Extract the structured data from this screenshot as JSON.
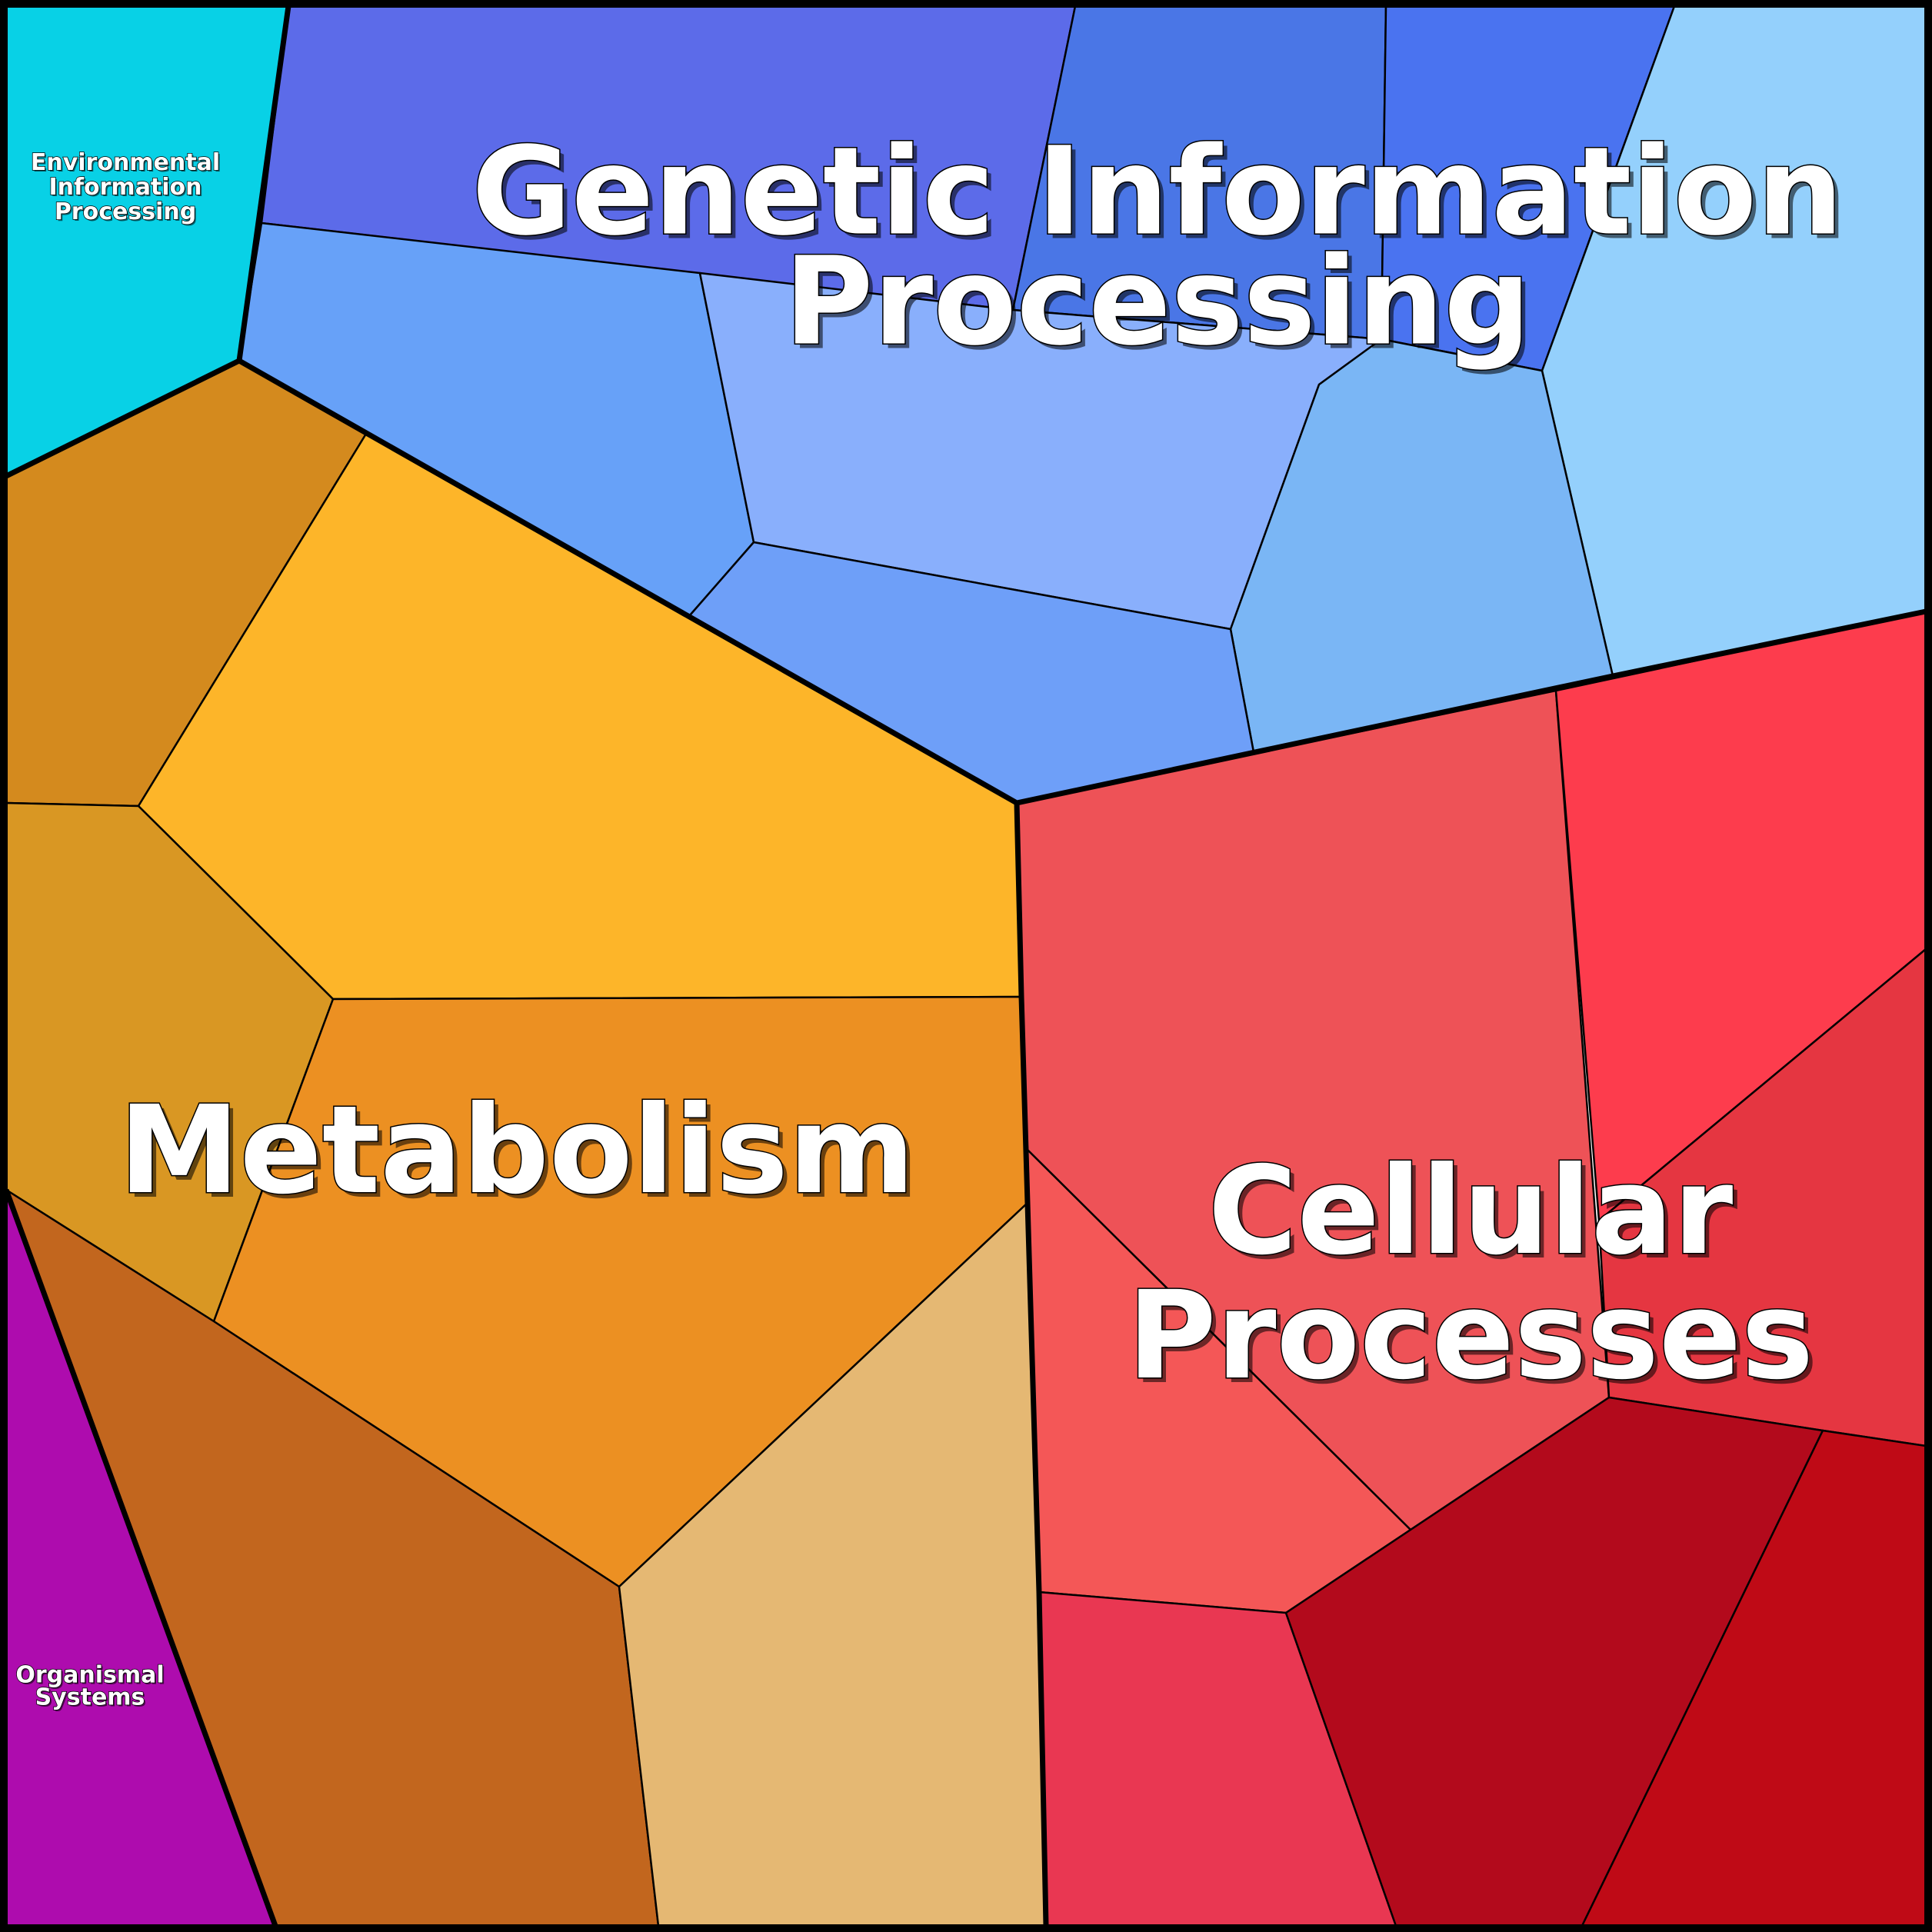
{
  "groups": [
    {
      "key": "genetic",
      "label_lines": [
        "Genetic Information",
        "Processing"
      ],
      "cells": [
        {
          "name": "genetic-cell-1",
          "color": "#5C6BE9"
        },
        {
          "name": "genetic-cell-2",
          "color": "#4A76E6"
        },
        {
          "name": "genetic-cell-3",
          "color": "#4A73F0"
        },
        {
          "name": "genetic-cell-4",
          "color": "#94D0FC"
        },
        {
          "name": "genetic-cell-5",
          "color": "#67A1F8"
        },
        {
          "name": "genetic-cell-6",
          "color": "#89AFFC"
        },
        {
          "name": "genetic-cell-7",
          "color": "#7AB6F5"
        },
        {
          "name": "genetic-cell-8",
          "color": "#6E9FF8"
        }
      ]
    },
    {
      "key": "metabolism",
      "label_lines": [
        "Metabolism"
      ],
      "cells": [
        {
          "name": "metabolism-cell-1",
          "color": "#D48A1E"
        },
        {
          "name": "metabolism-cell-2",
          "color": "#FDB529"
        },
        {
          "name": "metabolism-cell-3",
          "color": "#D99723"
        },
        {
          "name": "metabolism-cell-4",
          "color": "#EC9022"
        },
        {
          "name": "metabolism-cell-5",
          "color": "#C2661E"
        },
        {
          "name": "metabolism-cell-6",
          "color": "#E5B873"
        }
      ]
    },
    {
      "key": "cellular",
      "label_lines": [
        "Cellular",
        "Processes"
      ],
      "cells": [
        {
          "name": "cellular-cell-1",
          "color": "#EE5257"
        },
        {
          "name": "cellular-cell-2",
          "color": "#FD3C4D"
        },
        {
          "name": "cellular-cell-3",
          "color": "#E53641"
        },
        {
          "name": "cellular-cell-4",
          "color": "#F45757"
        },
        {
          "name": "cellular-cell-5",
          "color": "#E93752"
        },
        {
          "name": "cellular-cell-6",
          "color": "#B30A1C"
        },
        {
          "name": "cellular-cell-7",
          "color": "#BF0A16"
        }
      ]
    },
    {
      "key": "environmental",
      "label_lines": [
        "Environmental",
        "Information",
        "Processing"
      ],
      "cells": [
        {
          "name": "environmental-cell-1",
          "color": "#08D1E6"
        }
      ]
    },
    {
      "key": "organismal",
      "label_lines": [
        "Organismal",
        "Systems"
      ],
      "cells": [
        {
          "name": "organismal-cell-1",
          "color": "#AE0CAE"
        }
      ]
    }
  ]
}
